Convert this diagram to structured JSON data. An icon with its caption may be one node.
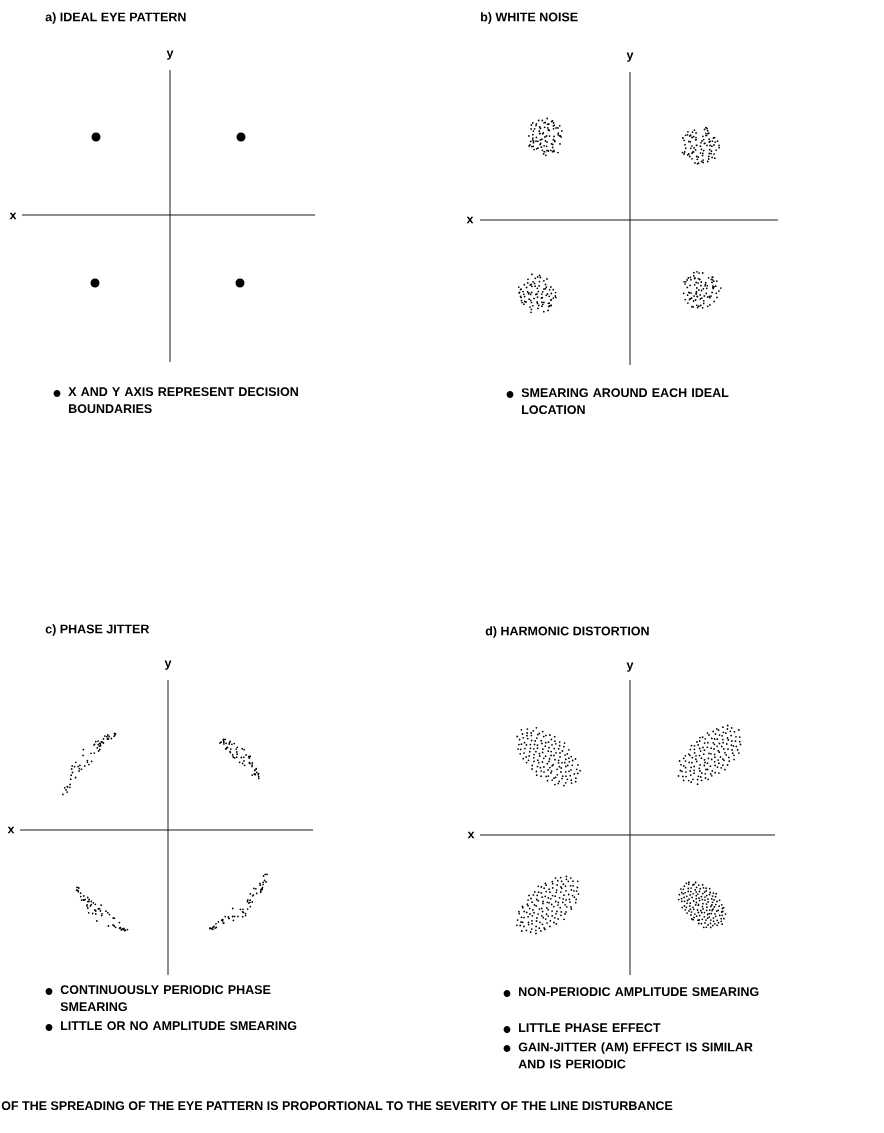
{
  "diagram": {
    "labels": [
      "a) IDEAL EYE PATTERN",
      "b) WHITE NOISE",
      "y",
      "y",
      "x",
      "x",
      "X AND Y AXIS REPRESENT DECISION BOUNDARIES",
      "SMEARING AROUND EACH IDEAL LOCATION",
      "c) PHASE JITTER",
      "d) HARMONIC DISTORTION",
      "y",
      "y",
      "x",
      "x",
      "CONTINUOUSLY PERIODIC PHASE SMEARING",
      "NON-PERIODIC AMPLITUDE SMEARING",
      "LITTLE OR NO AMPLITUDE SMEARING",
      "LITTLE PHASE EFFECT",
      "GAIN-JITTER (AM) EFFECT IS SIMILAR AND IS PERIODIC",
      "OF THE SPREADING OF THE EYE PATTERN IS PROPORTIONAL TO THE SEVERITY OF THE LINE DISTURBANCE"
    ]
  }
}
